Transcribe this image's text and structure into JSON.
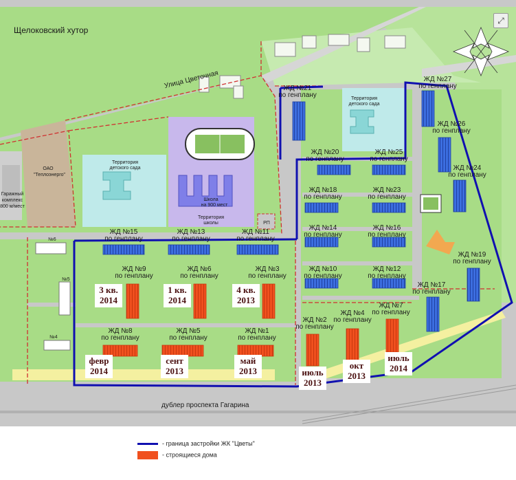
{
  "texts": {
    "khutor": "Щелоковский хутор",
    "ulitsa": "Улица Цветочная",
    "dubler": "дублер проспекта Гагарина",
    "teplo1": "ОАО",
    "teplo2": "\"Теплоэнерго\"",
    "garazh1": "Гаражный",
    "garazh2": "комплекс",
    "garazh3": "800 м/мест",
    "shkola1": "Школа",
    "shkola2": "на 900 мест",
    "terr_shkoly1": "Территория",
    "terr_shkoly2": "школы",
    "detsad_w1": "Территория",
    "detsad_w2": "детского сада",
    "detsad_e1": "Территория",
    "detsad_e2": "детского сада",
    "rp": "РП",
    "po_genplanu": "по генплану",
    "n6": "№6",
    "n5": "№5",
    "n4": "№4"
  },
  "houses": [
    {
      "id": "21",
      "label": "ЖД №21"
    },
    {
      "id": "27",
      "label": "ЖД №27"
    },
    {
      "id": "20",
      "label": "ЖД №20"
    },
    {
      "id": "25",
      "label": "ЖД №25"
    },
    {
      "id": "26",
      "label": "ЖД №26"
    },
    {
      "id": "24",
      "label": "ЖД №24"
    },
    {
      "id": "18",
      "label": "ЖД №18"
    },
    {
      "id": "23",
      "label": "ЖД №23"
    },
    {
      "id": "14",
      "label": "ЖД №14"
    },
    {
      "id": "16",
      "label": "ЖД №16"
    },
    {
      "id": "15",
      "label": "ЖД №15"
    },
    {
      "id": "13",
      "label": "ЖД №13"
    },
    {
      "id": "11",
      "label": "ЖД №11"
    },
    {
      "id": "10",
      "label": "ЖД №10"
    },
    {
      "id": "12",
      "label": "ЖД №12"
    },
    {
      "id": "19",
      "label": "ЖД №19"
    },
    {
      "id": "9",
      "label": "ЖД №9"
    },
    {
      "id": "6",
      "label": "ЖД №6"
    },
    {
      "id": "3",
      "label": "ЖД №3"
    },
    {
      "id": "17",
      "label": "ЖД №17"
    },
    {
      "id": "7",
      "label": "ЖД №7"
    },
    {
      "id": "4",
      "label": "ЖД №4"
    },
    {
      "id": "2",
      "label": "ЖД №2"
    },
    {
      "id": "8",
      "label": "ЖД №8"
    },
    {
      "id": "5",
      "label": "ЖД №5"
    },
    {
      "id": "1",
      "label": "ЖД №1"
    }
  ],
  "dates": {
    "d9": [
      "3 кв.",
      "2014"
    ],
    "d6": [
      "1 кв.",
      "2014"
    ],
    "d3": [
      "4 кв.",
      "2013"
    ],
    "d8": [
      "февр",
      "2014"
    ],
    "d5": [
      "сент",
      "2013"
    ],
    "d1": [
      "май",
      "2013"
    ],
    "d2": [
      "июль",
      "2013"
    ],
    "d4": [
      "окт",
      "2013"
    ],
    "d7": [
      "июль",
      "2014"
    ]
  },
  "legend": {
    "boundary": "- граница застройки ЖК \"Цветы\"",
    "construction": "- строящиеся дома"
  },
  "colors": {
    "lawn": "#a8dc86",
    "lawn_light": "#c6eab0",
    "road": "#c8c8c8",
    "boundary": "#1010b0",
    "construction": "#f0501e",
    "blue_house": "#3c6ee0",
    "school": "#c8b8ec",
    "kindergarten": "#bfeaea",
    "yellow_strip": "#f4f0a0",
    "red_dash": "#d03030"
  },
  "expand_icon": "expand-icon"
}
